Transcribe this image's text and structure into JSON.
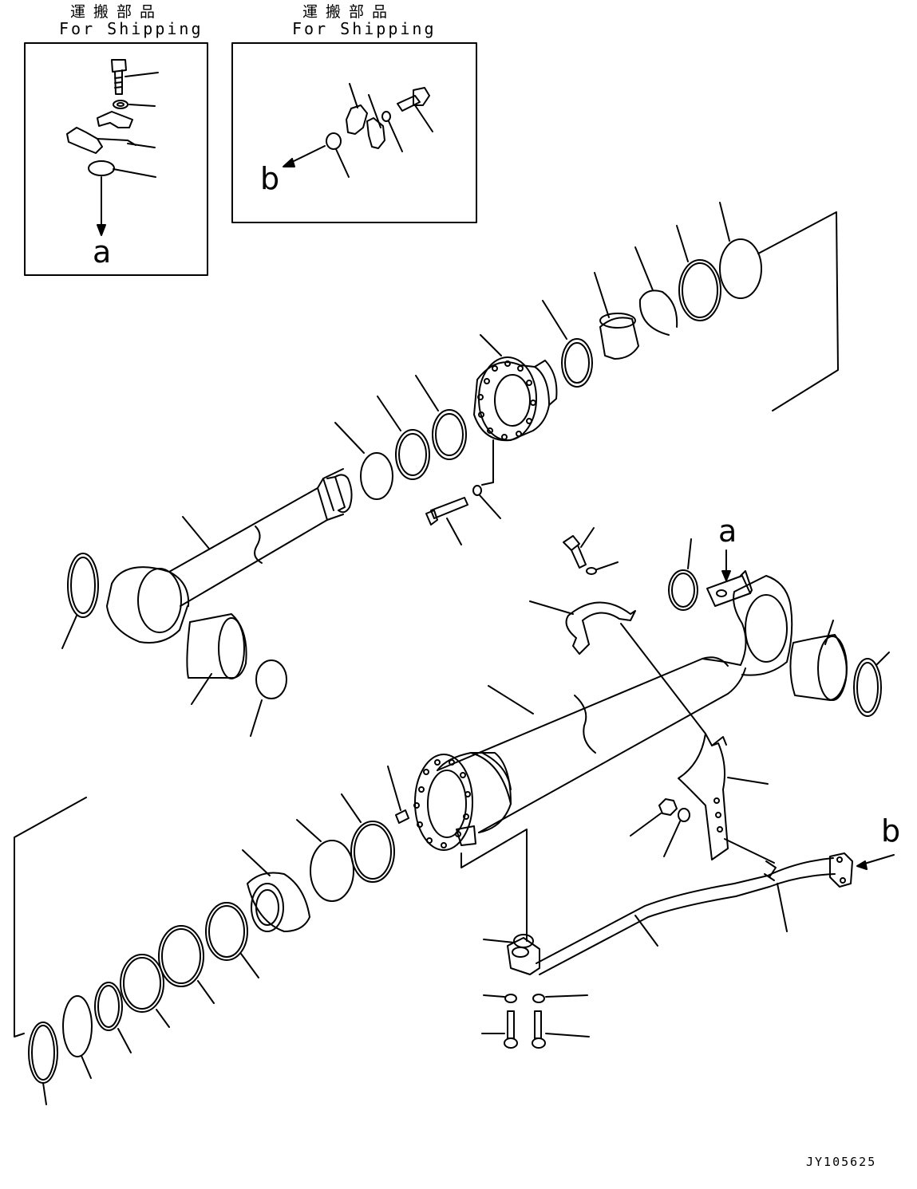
{
  "shipping_note_jp": "運搬部品",
  "shipping_note_en": "For Shipping",
  "ref_a": "a",
  "ref_b": "b",
  "drawing_code": "JY105625",
  "line_color": "#000000",
  "background": "#ffffff"
}
